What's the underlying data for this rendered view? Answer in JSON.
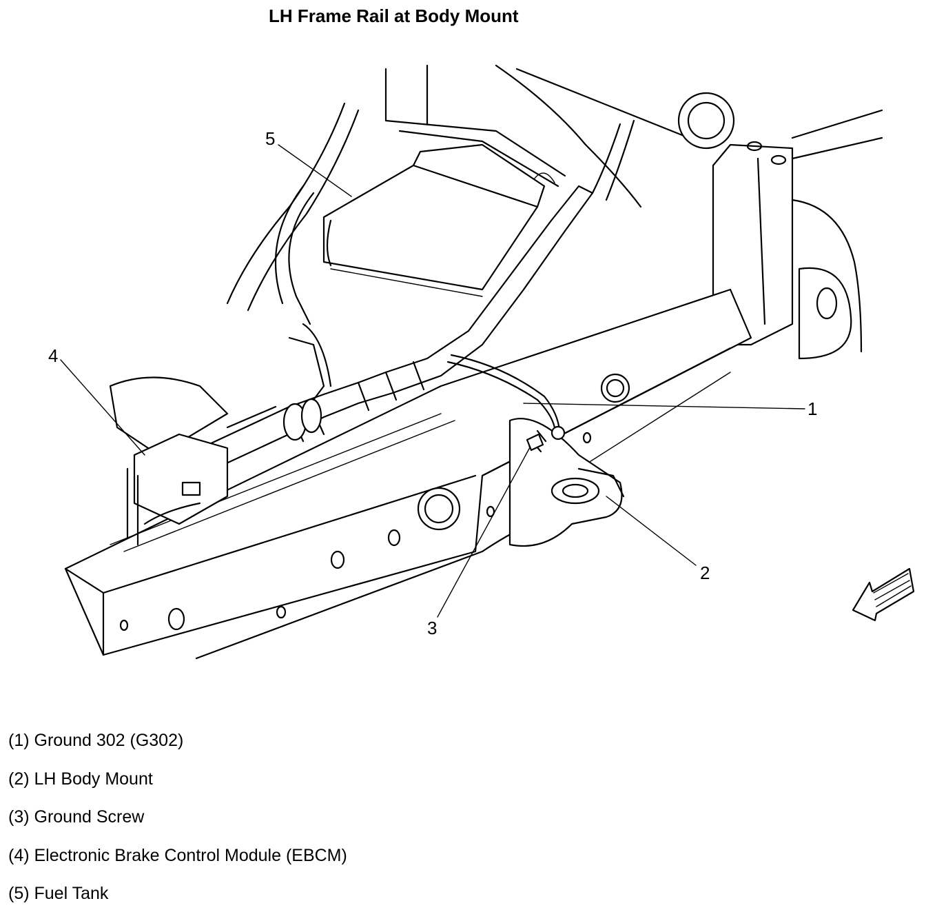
{
  "title": "LH Frame Rail at Body Mount",
  "callouts": {
    "c1": "1",
    "c2": "2",
    "c3": "3",
    "c4": "4",
    "c5": "5"
  },
  "legend": [
    "(1) Ground 302 (G302)",
    "(2) LH Body Mount",
    "(3) Ground Screw",
    "(4) Electronic Brake Control Module (EBCM)",
    "(5) Fuel Tank"
  ],
  "icons": {
    "orientation_arrow": "arrow-down-left-icon"
  }
}
